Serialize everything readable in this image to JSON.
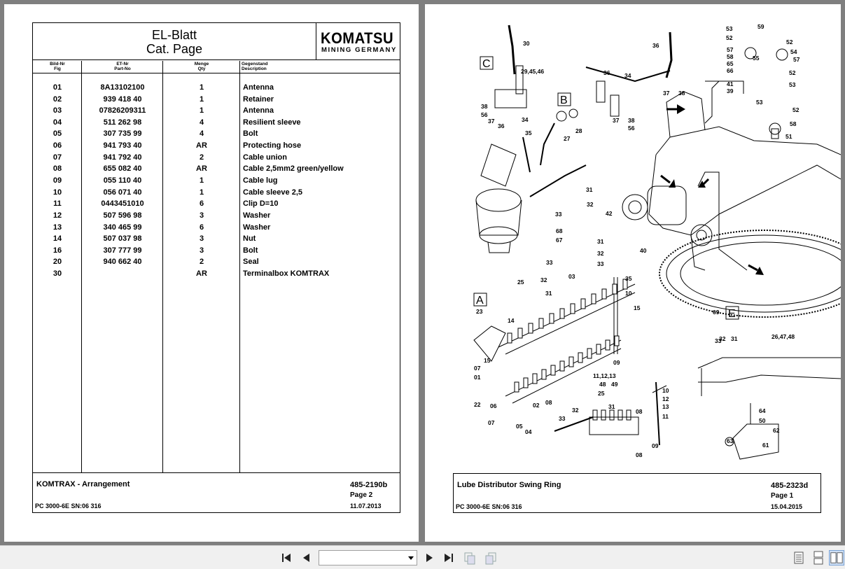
{
  "left_page": {
    "title_line1": "EL-Blatt",
    "title_line2": "Cat. Page",
    "logo_main": "KOMATSU",
    "logo_sub": "MINING GERMANY",
    "columns": {
      "fig": "Bild-Nr",
      "fig_en": "Fig",
      "part": "ET-Nr",
      "part_en": "Part-No",
      "qty": "Menge",
      "qty_en": "Qty",
      "desc": "Gegenstand",
      "desc_en": "Description"
    },
    "rows": [
      {
        "fig": "01",
        "part": "8A13102100",
        "qty": "1",
        "desc": "Antenna"
      },
      {
        "fig": "02",
        "part": "939 418 40",
        "qty": "1",
        "desc": "Retainer"
      },
      {
        "fig": "03",
        "part": "07826209311",
        "qty": "1",
        "desc": "Antenna"
      },
      {
        "fig": "04",
        "part": "511 262 98",
        "qty": "4",
        "desc": "Resilient sleeve"
      },
      {
        "fig": "05",
        "part": "307 735 99",
        "qty": "4",
        "desc": "Bolt"
      },
      {
        "fig": "06",
        "part": "941 793 40",
        "qty": "AR",
        "desc": "Protecting hose"
      },
      {
        "fig": "07",
        "part": "941 792 40",
        "qty": "2",
        "desc": "Cable union"
      },
      {
        "fig": "08",
        "part": "655 082 40",
        "qty": "AR",
        "desc": "Cable 2,5mm2 green/yellow"
      },
      {
        "fig": "09",
        "part": "055 110 40",
        "qty": "1",
        "desc": "Cable lug"
      },
      {
        "fig": "10",
        "part": "056 071 40",
        "qty": "1",
        "desc": "Cable sleeve 2,5"
      },
      {
        "fig": "11",
        "part": "0443451010",
        "qty": "6",
        "desc": "Clip D=10"
      },
      {
        "fig": "12",
        "part": "507 596 98",
        "qty": "3",
        "desc": "Washer"
      },
      {
        "fig": "13",
        "part": "340 465 99",
        "qty": "6",
        "desc": "Washer"
      },
      {
        "fig": "14",
        "part": "507 037 98",
        "qty": "3",
        "desc": "Nut"
      },
      {
        "fig": "16",
        "part": "307 777 99",
        "qty": "3",
        "desc": "Bolt"
      },
      {
        "fig": "20",
        "part": "940 662 40",
        "qty": "2",
        "desc": "Seal"
      },
      {
        "fig": "30",
        "part": "",
        "qty": "AR",
        "desc": "Terminalbox KOMTRAX"
      }
    ],
    "footer": {
      "title": "KOMTRAX - Arrangement",
      "doc_no": "485-2190b",
      "page": "Page 2",
      "model": "PC 3000-6E SN:06 316",
      "date": "11.07.2013"
    }
  },
  "right_page": {
    "footer": {
      "title": "Lube Distributor Swing Ring",
      "doc_no": "485-2323d",
      "page": "Page 1",
      "model": "PC 3000-6E SN:06 316",
      "date": "15.04.2015"
    },
    "view_labels": {
      "A": "A",
      "B": "B",
      "C": "C",
      "E": "E"
    },
    "callouts": [
      {
        "t": "30"
      },
      {
        "t": "29,45,46"
      },
      {
        "t": "38"
      },
      {
        "t": "56"
      },
      {
        "t": "37"
      },
      {
        "t": "36"
      },
      {
        "t": "34"
      },
      {
        "t": "35"
      },
      {
        "t": "27"
      },
      {
        "t": "28"
      },
      {
        "t": "36"
      },
      {
        "t": "34"
      },
      {
        "t": "37"
      },
      {
        "t": "38"
      },
      {
        "t": "56"
      },
      {
        "t": "36"
      },
      {
        "t": "37"
      },
      {
        "t": "38"
      },
      {
        "t": "41"
      },
      {
        "t": "39"
      },
      {
        "t": "53"
      },
      {
        "t": "52"
      },
      {
        "t": "57"
      },
      {
        "t": "58"
      },
      {
        "t": "65"
      },
      {
        "t": "66"
      },
      {
        "t": "55"
      },
      {
        "t": "59"
      },
      {
        "t": "52"
      },
      {
        "t": "54"
      },
      {
        "t": "57"
      },
      {
        "t": "52"
      },
      {
        "t": "53"
      },
      {
        "t": "53"
      },
      {
        "t": "52"
      },
      {
        "t": "58"
      },
      {
        "t": "51"
      },
      {
        "t": "31"
      },
      {
        "t": "32"
      },
      {
        "t": "33"
      },
      {
        "t": "42"
      },
      {
        "t": "68"
      },
      {
        "t": "67"
      },
      {
        "t": "31"
      },
      {
        "t": "32"
      },
      {
        "t": "33"
      },
      {
        "t": "40"
      },
      {
        "t": "33"
      },
      {
        "t": "32"
      },
      {
        "t": "31"
      },
      {
        "t": "25"
      },
      {
        "t": "03"
      },
      {
        "t": "35"
      },
      {
        "t": "10"
      },
      {
        "t": "15"
      },
      {
        "t": "23"
      },
      {
        "t": "14"
      },
      {
        "t": "15"
      },
      {
        "t": "07"
      },
      {
        "t": "01"
      },
      {
        "t": "22"
      },
      {
        "t": "06"
      },
      {
        "t": "02"
      },
      {
        "t": "08"
      },
      {
        "t": "09"
      },
      {
        "t": "11,12,13"
      },
      {
        "t": "48"
      },
      {
        "t": "49"
      },
      {
        "t": "25"
      },
      {
        "t": "31"
      },
      {
        "t": "32"
      },
      {
        "t": "07"
      },
      {
        "t": "05"
      },
      {
        "t": "04"
      },
      {
        "t": "33"
      },
      {
        "t": "69"
      },
      {
        "t": "33"
      },
      {
        "t": "32"
      },
      {
        "t": "31"
      },
      {
        "t": "26,47,48"
      },
      {
        "t": "10"
      },
      {
        "t": "12"
      },
      {
        "t": "13"
      },
      {
        "t": "08"
      },
      {
        "t": "11"
      },
      {
        "t": "08"
      },
      {
        "t": "09"
      },
      {
        "t": "64"
      },
      {
        "t": "50"
      },
      {
        "t": "62"
      },
      {
        "t": "63"
      },
      {
        "t": "61"
      }
    ]
  },
  "toolbar": {
    "page_select_value": ""
  }
}
